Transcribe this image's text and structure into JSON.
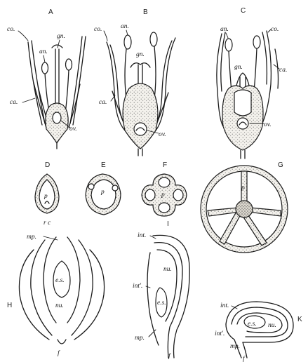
{
  "figure": {
    "panels": [
      "A",
      "B",
      "C",
      "D",
      "E",
      "F",
      "G",
      "H",
      "I",
      "K"
    ],
    "labels": {
      "co": "co.",
      "an": "an.",
      "gn": "gn.",
      "ca": "ca.",
      "ov": "ov.",
      "p": "p",
      "mp": "mp.",
      "es": "e.s.",
      "nu": "nu.",
      "int": "int.",
      "int2": "int'.",
      "f": "f",
      "small_es": "e.s.",
      "rc": "r c"
    }
  }
}
